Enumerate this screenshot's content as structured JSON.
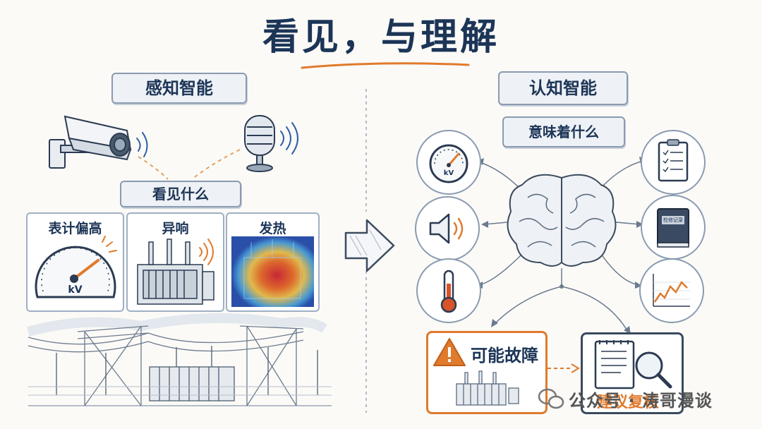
{
  "title": "看见，与理解",
  "left": {
    "header": "感知智能",
    "subheader": "看见什么",
    "cards": [
      {
        "label": "表计偏高",
        "gauge_unit": "kV"
      },
      {
        "label": "异响"
      },
      {
        "label": "发热"
      }
    ]
  },
  "right": {
    "header": "认知智能",
    "subheader": "意味着什么",
    "gauge_unit": "kV",
    "book_label": "检修记录",
    "fault_label": "可能故障",
    "review_label": "建议复核"
  },
  "watermark": "公众号 · 涛哥漫谈",
  "colors": {
    "accent": "#e07a2c",
    "navy": "#1c3557",
    "border": "#8a9bb0"
  }
}
